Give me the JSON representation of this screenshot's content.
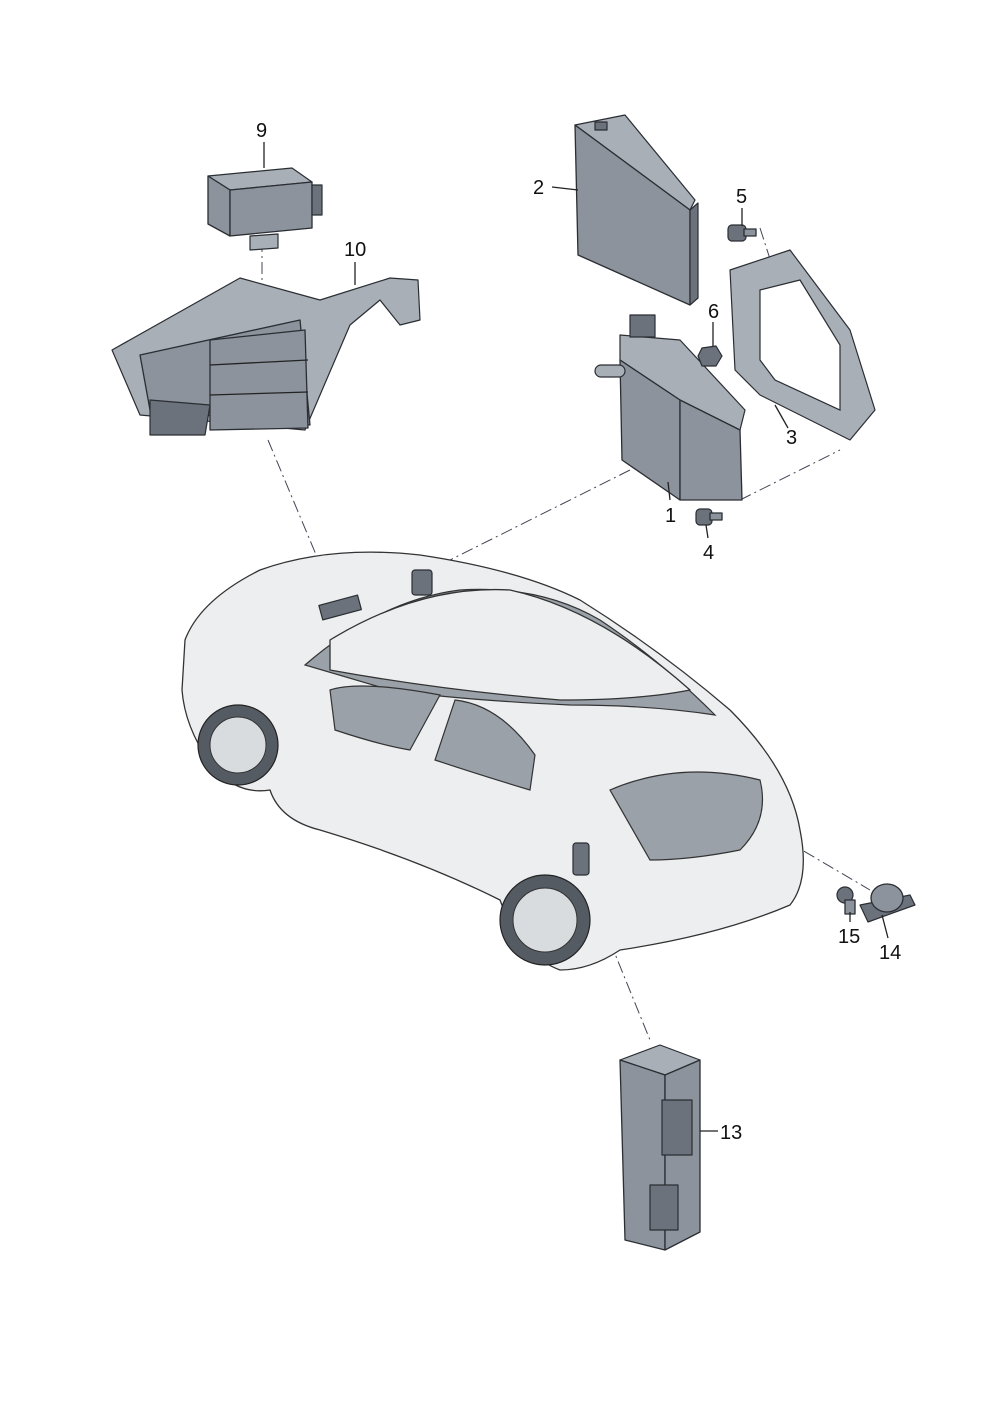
{
  "diagram": {
    "callouts": {
      "p1": "1",
      "p2": "2",
      "p3": "3",
      "p4": "4",
      "p5": "5",
      "p6": "6",
      "p9": "9",
      "p10": "10",
      "p13": "13",
      "p14": "14",
      "p15": "15"
    }
  }
}
